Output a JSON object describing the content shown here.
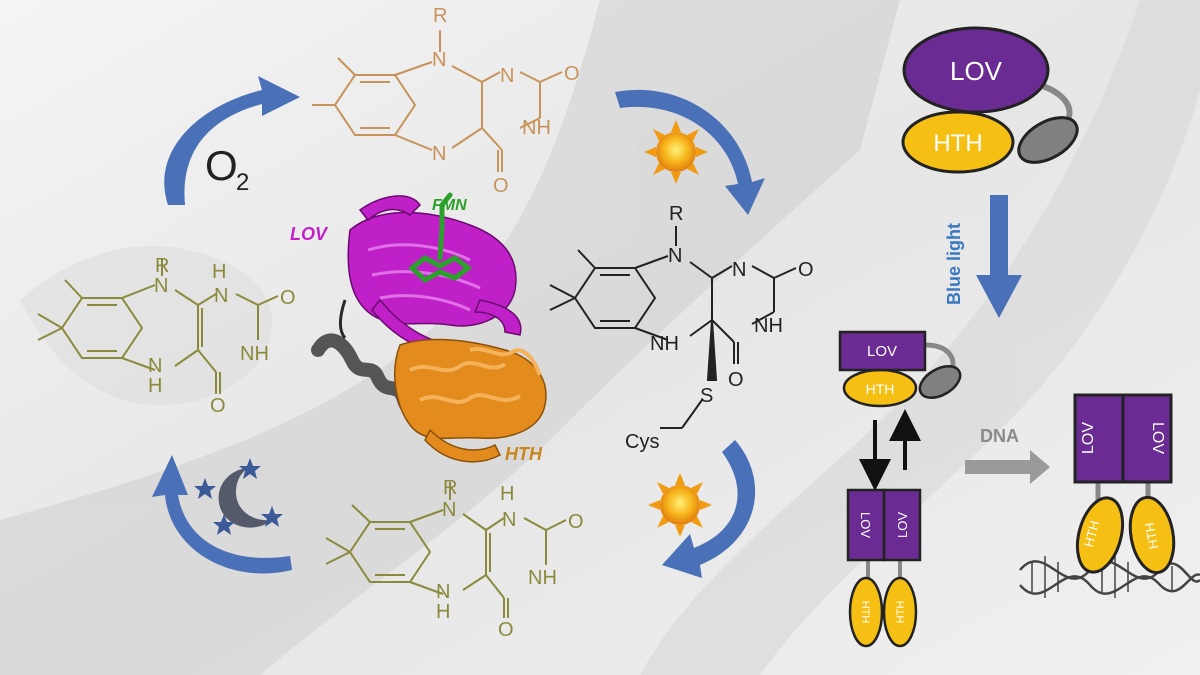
{
  "oxygen": {
    "main": "O",
    "sub": "2"
  },
  "structure_labels": {
    "lov": "LOV",
    "fmn": "FMN",
    "hth": "HTH"
  },
  "molecule_atoms": {
    "r": "R",
    "n": "N",
    "o": "O",
    "nh": "NH",
    "h": "H",
    "s": "S",
    "cys": "Cys"
  },
  "right_panel": {
    "lov": "LOV",
    "hth": "HTH",
    "blue_light": "Blue light",
    "dna": "DNA"
  },
  "colors": {
    "flavin_oxidized": "#c8935a",
    "flavin_reduced": "#8b8a3c",
    "adduct": "#222222",
    "cycle_arrow": "#4a70b8",
    "lov_box": "#6a2b93",
    "hth_box": "#f5bf13",
    "blue_light_text": "#3a78c2",
    "protein_lov": "#c020c8",
    "protein_hth": "#e38b1d",
    "protein_fmn": "#2ba02b"
  },
  "icons": [
    "sun-icon",
    "sun-icon",
    "moon-stars-icon",
    "dna-helix-icon"
  ]
}
